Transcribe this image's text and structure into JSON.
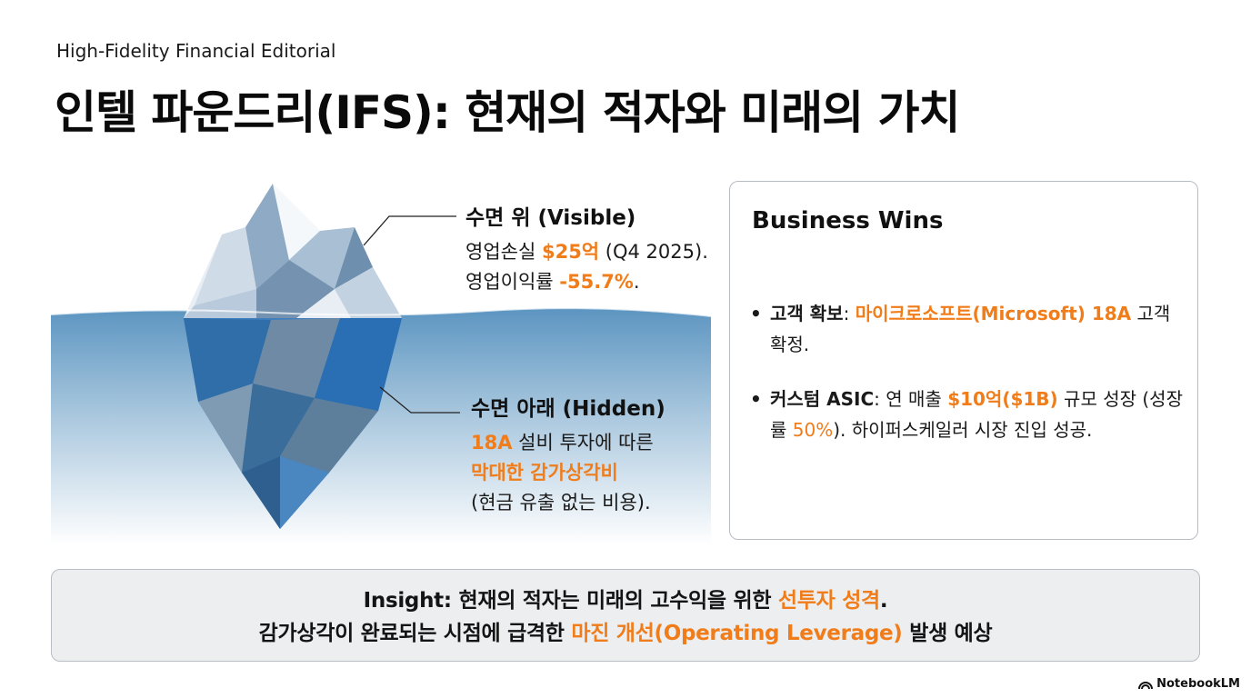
{
  "header": {
    "kicker": "High-Fidelity Financial Editorial",
    "title": "인텔 파운드리(IFS): 현재의 적자와 미래의 가치"
  },
  "iceberg": {
    "visible": {
      "heading": "수면 위 (Visible)",
      "l1_pre": "영업손실 ",
      "l1_hl": "$25억",
      "l1_post": " (Q4 2025).",
      "l2_pre": "영업이익률 ",
      "l2_hl": "-55.7%",
      "l2_post": "."
    },
    "hidden": {
      "heading": "수면 아래 (Hidden)",
      "l1_hl": "18A",
      "l1_post": " 설비 투자에 따른",
      "l2_hl": "막대한 감가상각비",
      "l3": "(현금 유출 없는 비용)."
    }
  },
  "business_wins": {
    "title": "Business Wins",
    "items": [
      {
        "bullet": "•",
        "label": "고객 확보",
        "sep": ": ",
        "hl": "마이크로소프트(Microsoft) 18A",
        "rest": " 고객 확정."
      },
      {
        "bullet": "•",
        "label": "커스텀 ASIC",
        "sep": ": 연 매출 ",
        "hl": "$10억($1B)",
        "mid": " 규모 성장 (성장률 ",
        "hl2": "50%",
        "rest": "). 하이퍼스케일러 시장 진입 성공."
      }
    ]
  },
  "insight": {
    "l1_pre": "Insight: 현재의 적자는 미래의 고수익을 위한 ",
    "l1_hl": "선투자 성격",
    "l1_post": ".",
    "l2_pre": "감가상각이 완료되는 시점에 급격한 ",
    "l2_hl": "마진 개선(Operating Leverage)",
    "l2_post": " 발생 예상"
  },
  "brand": {
    "name": "NotebookLM",
    "icon": "notebooklm-logo-icon"
  },
  "colors": {
    "accent": "#f07c1a",
    "water": "#5a93bf",
    "border": "#b7bcc4"
  }
}
